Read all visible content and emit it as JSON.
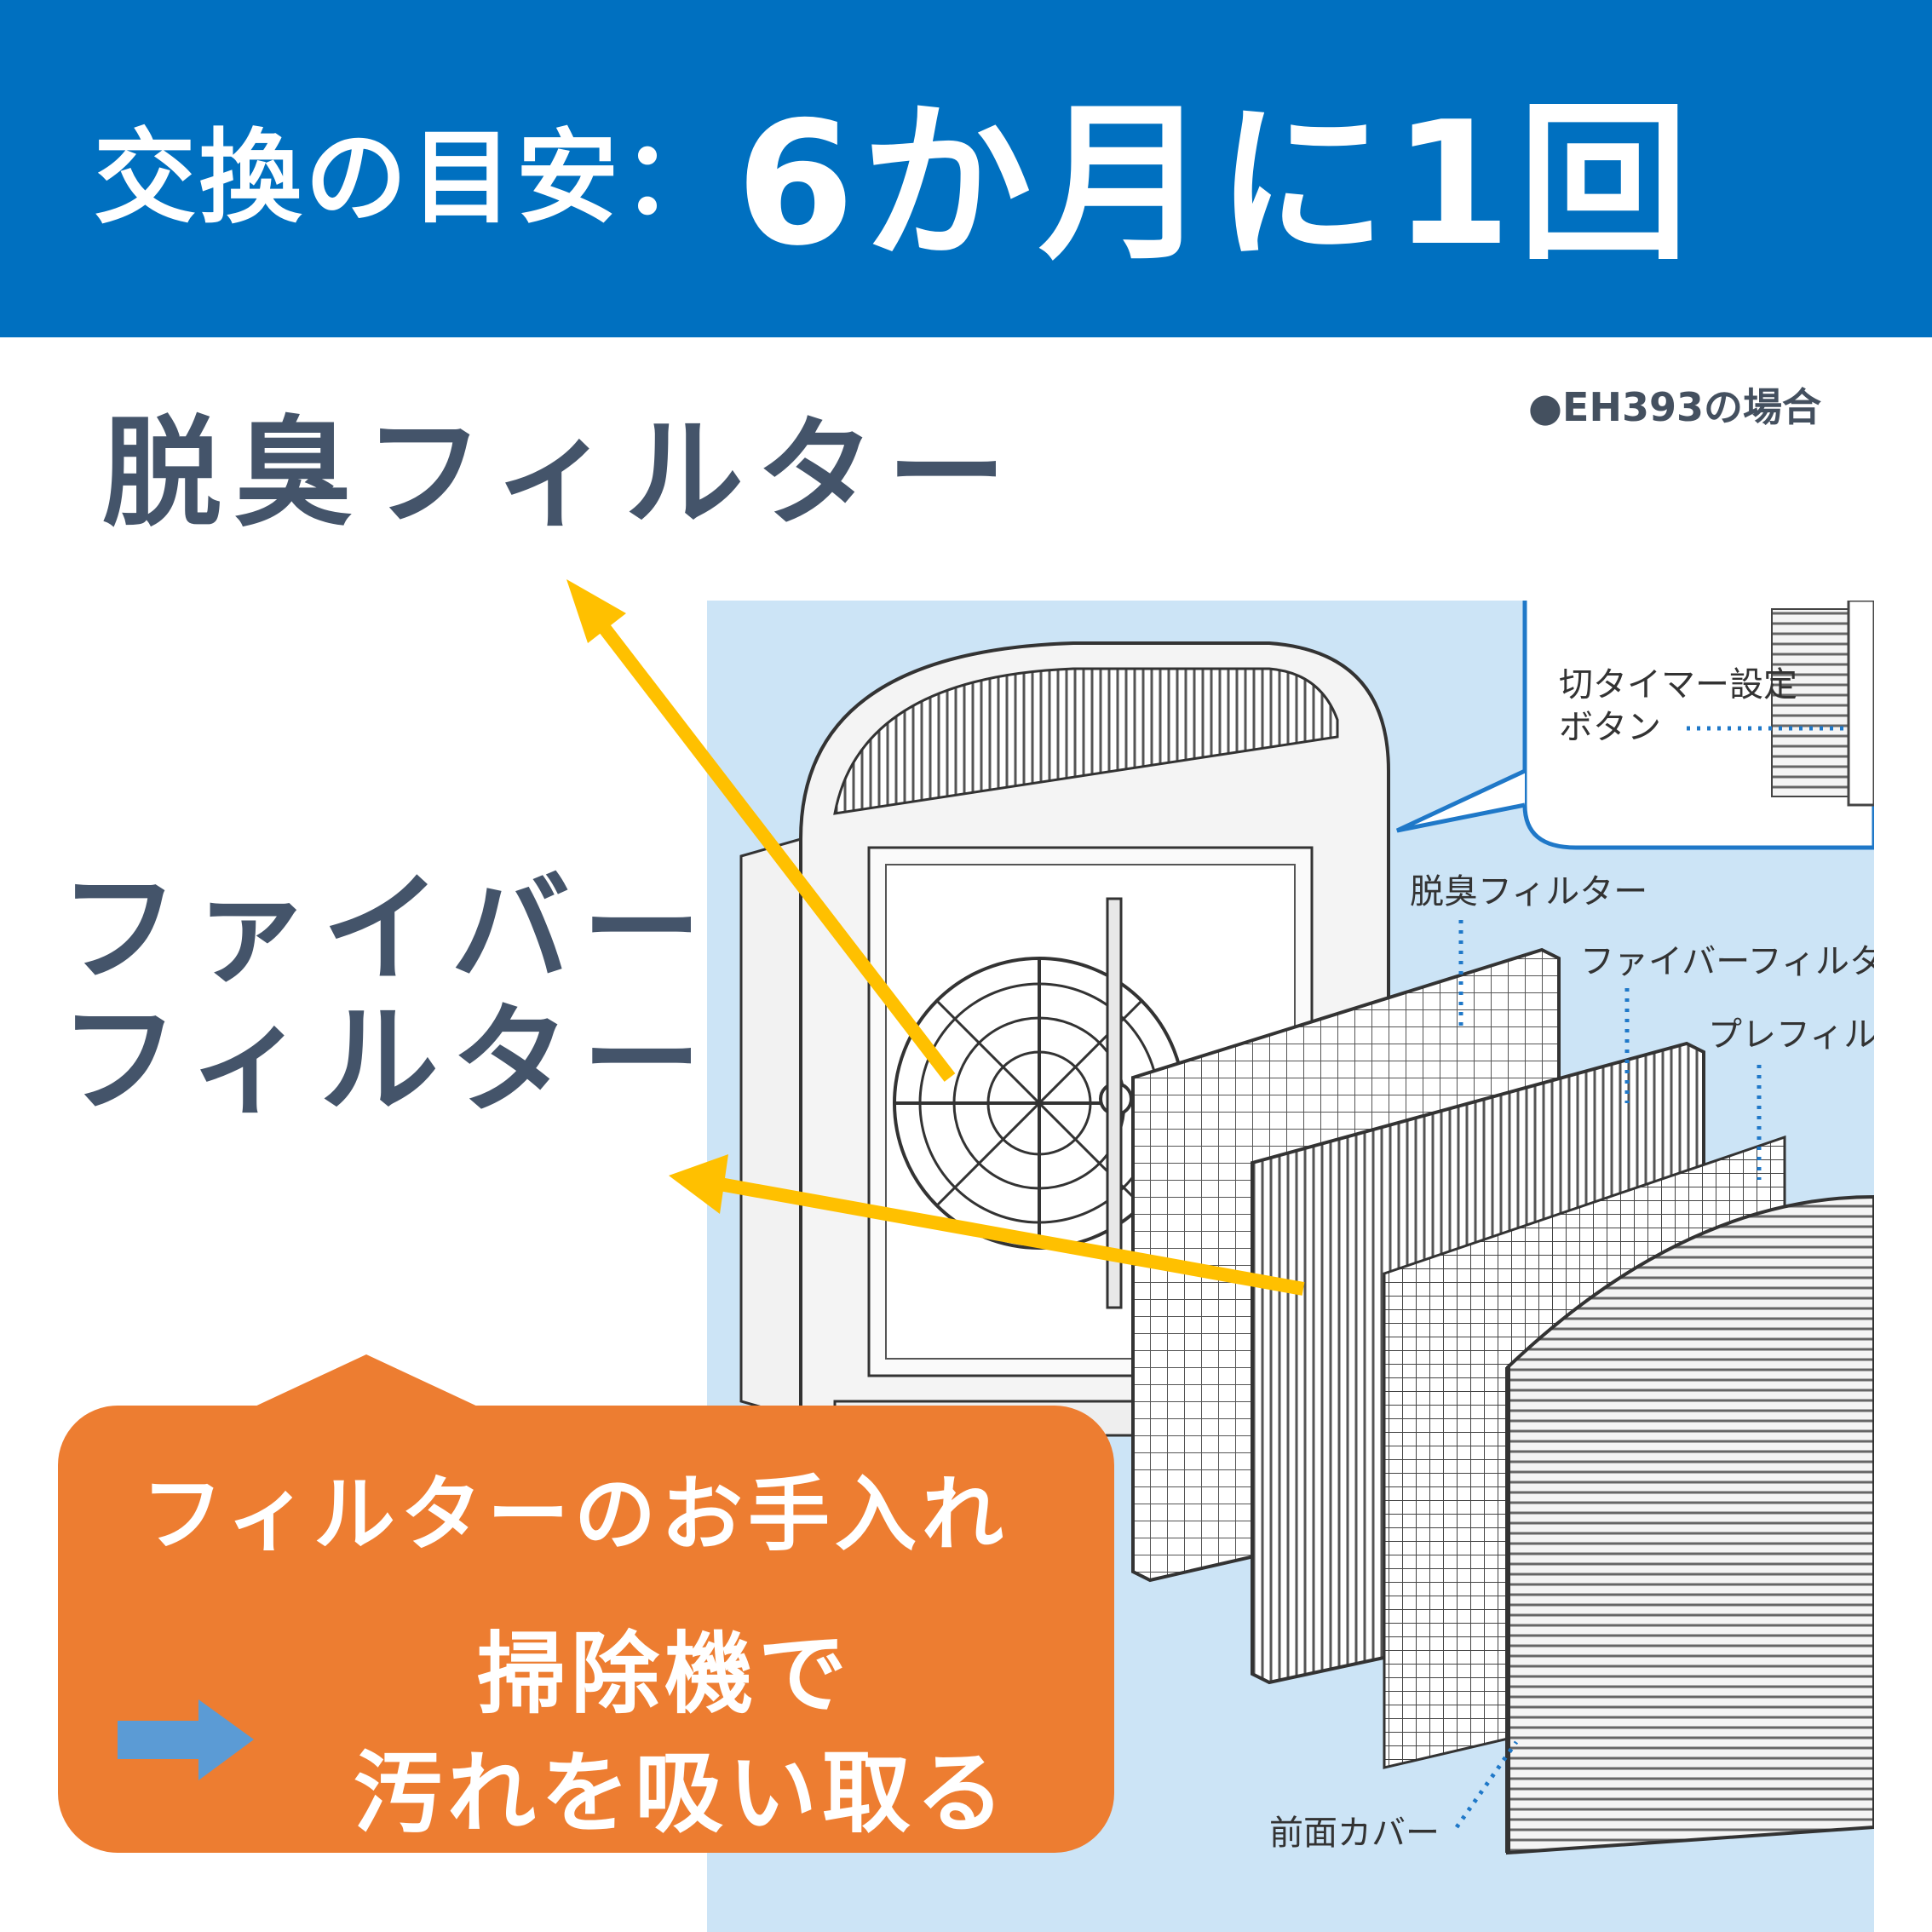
{
  "banner": {
    "label": "交換の目安：",
    "value": "6か月に1回"
  },
  "model_note": "●EH393の場合",
  "labels": {
    "deodor_filter": "脱臭フィルター",
    "fiber_filter_line1": "ファイバー",
    "fiber_filter_line2": "フィルター"
  },
  "illustration": {
    "timer_label_line1": "切タイマー設定",
    "timer_label_line2": "ボタン",
    "part_deodor": "脱臭フィルター",
    "part_fiber": "ファイバーフィルタ",
    "part_pre": "プレフィル",
    "part_front_cover": "前面カバー"
  },
  "callout": {
    "title": "フィルターのお手入れ",
    "line1": "掃除機で",
    "line2": "汚れを吸い取る"
  },
  "colors": {
    "banner": "#0070c0",
    "label_text": "#44546a",
    "arrow": "#ffc000",
    "callout": "#ed7d31",
    "illustration_bg": "#cce4f6",
    "callout_arrow": "#5b9bd5"
  }
}
